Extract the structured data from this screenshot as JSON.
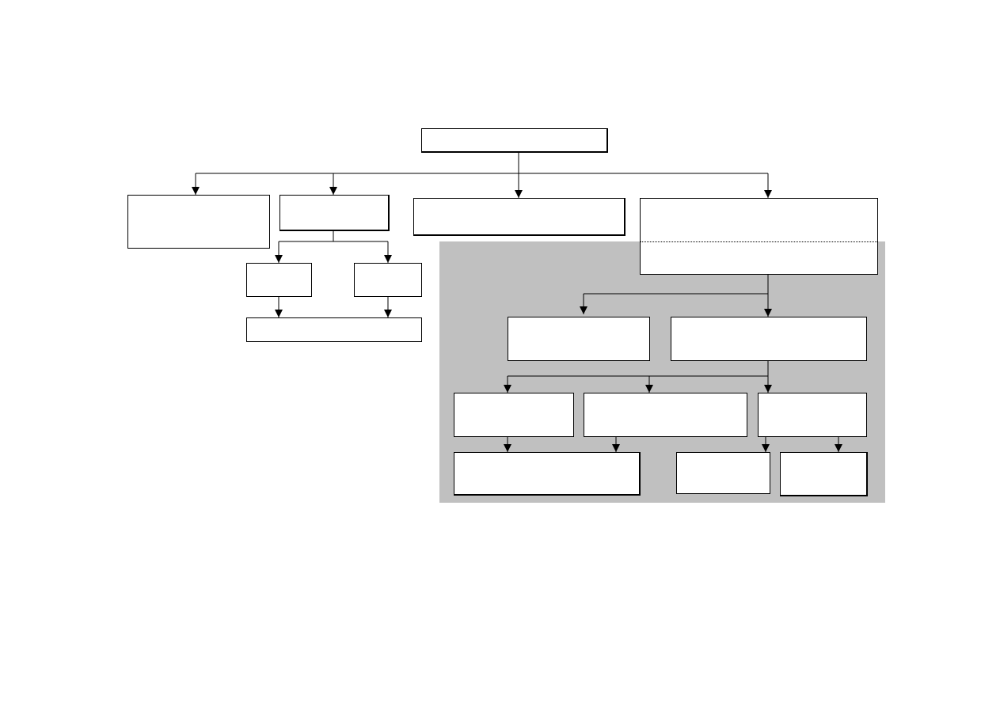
{
  "diagram": {
    "title": "",
    "colors": {
      "shade": "#c0c0c0",
      "line": "#000000",
      "box_fill": "#ffffff"
    },
    "boxes": [
      {
        "id": "root",
        "label": ""
      },
      {
        "id": "l1-a",
        "label": ""
      },
      {
        "id": "l1-b",
        "label": ""
      },
      {
        "id": "l1-c",
        "label": ""
      },
      {
        "id": "l1-d",
        "label": ""
      },
      {
        "id": "l2-b1",
        "label": ""
      },
      {
        "id": "l2-b2",
        "label": ""
      },
      {
        "id": "l3-b",
        "label": ""
      },
      {
        "id": "l2-d1",
        "label": ""
      },
      {
        "id": "l2-d2",
        "label": ""
      },
      {
        "id": "l3-d1",
        "label": ""
      },
      {
        "id": "l3-d2",
        "label": ""
      },
      {
        "id": "l3-d3",
        "label": ""
      },
      {
        "id": "l4-d1",
        "label": ""
      },
      {
        "id": "l4-d2",
        "label": ""
      },
      {
        "id": "l4-d3",
        "label": ""
      }
    ],
    "edges": [
      [
        "root",
        "l1-a"
      ],
      [
        "root",
        "l1-b"
      ],
      [
        "root",
        "l1-c"
      ],
      [
        "root",
        "l1-d"
      ],
      [
        "l1-b",
        "l2-b1"
      ],
      [
        "l1-b",
        "l2-b2"
      ],
      [
        "l2-b1",
        "l3-b"
      ],
      [
        "l2-b2",
        "l3-b"
      ],
      [
        "l1-d",
        "l2-d1"
      ],
      [
        "l1-d",
        "l2-d2"
      ],
      [
        "l2-d2",
        "l3-d1"
      ],
      [
        "l2-d2",
        "l3-d2"
      ],
      [
        "l2-d2",
        "l3-d3"
      ],
      [
        "l3-d1",
        "l4-d1"
      ],
      [
        "l3-d2",
        "l4-d1"
      ],
      [
        "l3-d3",
        "l4-d2"
      ],
      [
        "l3-d3",
        "l4-d3"
      ]
    ]
  }
}
